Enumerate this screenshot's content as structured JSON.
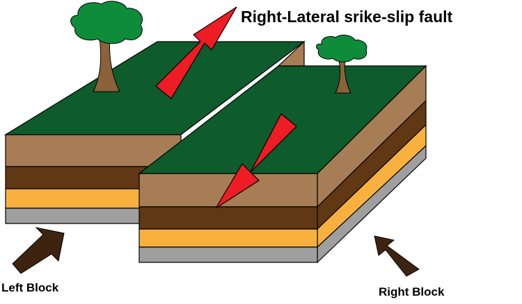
{
  "title": "Right-Lateral srike-slip fault",
  "labels": {
    "left_block": "Left Block",
    "right_block": "Right Block"
  },
  "colors": {
    "grass": "#0e5b2b",
    "topsoil": "#a77d55",
    "dark_soil": "#603814",
    "sand": "#f8b13f",
    "bedrock": "#9f9f9f",
    "tree_trunk": "#8b6239",
    "tree_leaves": "#0e8c3a",
    "motion_arrow": "#ee1c24",
    "pointer_arrow": "#3e2410",
    "outline": "#000000"
  }
}
